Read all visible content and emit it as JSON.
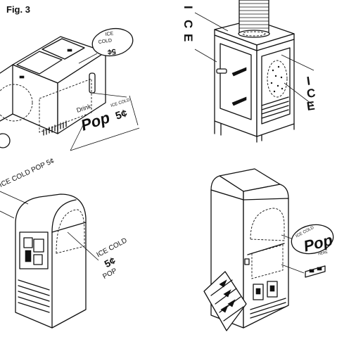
{
  "figure_label": "Fig. 3",
  "top_left": {
    "lid_sign_top": "ICE",
    "lid_sign_mid": "COLD",
    "lid_sign_price": "5¢",
    "front_text_left": "Drink",
    "front_text_big": "Pop",
    "front_text_small": "ICE COLD",
    "front_price": "5¢"
  },
  "top_right": {
    "side_letters": [
      "I",
      "C",
      "E"
    ],
    "right_letters": [
      "I",
      "C",
      "E"
    ]
  },
  "bottom_left": {
    "arc_text_left": "ICE COLD POP 5¢",
    "arc_text_right_top": "ICE COLD",
    "arc_text_right_mid": "5¢",
    "arc_text_right_bottom": "POP"
  },
  "bottom_right": {
    "sign_top": "ICE COLD",
    "sign_big": "Pop",
    "sign_bottom": "HERE"
  }
}
